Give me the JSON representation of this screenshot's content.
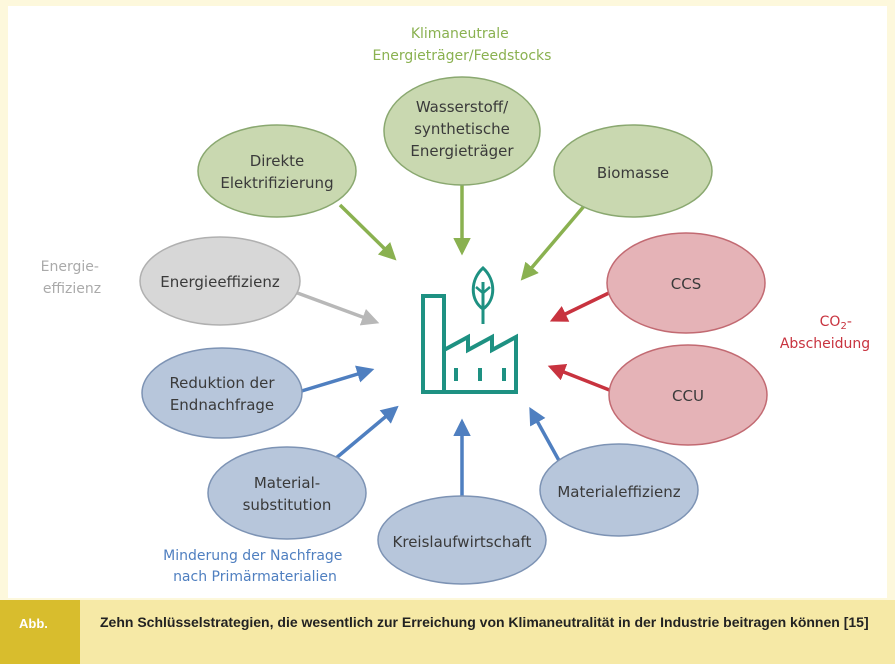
{
  "groups": {
    "climate_neutral": [
      "Klimaneutrale",
      "Energieträger/Feedstocks"
    ],
    "efficiency": [
      "Energie-",
      "effizienz"
    ],
    "co2": [
      "CO",
      "2",
      "-",
      "Abscheidung"
    ],
    "demand": [
      "Minderung der Nachfrage",
      "nach Primärmaterialien"
    ]
  },
  "strategies": {
    "direkte": [
      "Direkte",
      "Elektrifizierung"
    ],
    "wasserstoff": [
      "Wasserstoff/",
      "synthetische",
      "Energieträger"
    ],
    "biomasse": [
      "Biomasse"
    ],
    "energieeffizienz": [
      "Energieeffizienz"
    ],
    "ccs": [
      "CCS"
    ],
    "ccu": [
      "CCU"
    ],
    "reduktion": [
      "Reduktion der",
      "Endnachfrage"
    ],
    "material_substitution": [
      "Material-",
      "substitution"
    ],
    "kreislauf": [
      "Kreislaufwirtschaft"
    ],
    "materialeffizienz": [
      "Materialeffizienz"
    ]
  },
  "colors": {
    "green_fill": "#c9d8b0",
    "green_stroke": "#8aa870",
    "green_arrow": "#8ab150",
    "grey_fill": "#d7d7d7",
    "grey_stroke": "#b0b0b0",
    "grey_arrow": "#b8b8b8",
    "red_fill": "#e5b3b7",
    "red_stroke": "#c26a72",
    "red_arrow": "#c8333f",
    "blue_fill": "#b7c6db",
    "blue_stroke": "#7d93b4",
    "blue_arrow": "#4f7fc0",
    "factory": "#1e9182"
  },
  "icon": "factory-leaf-icon",
  "caption": {
    "label": "Abb.",
    "text": "Zehn Schlüsselstrategien, die wesentlich zur Erreichung von Klimaneutralität in der Industrie beitragen können [15]"
  }
}
